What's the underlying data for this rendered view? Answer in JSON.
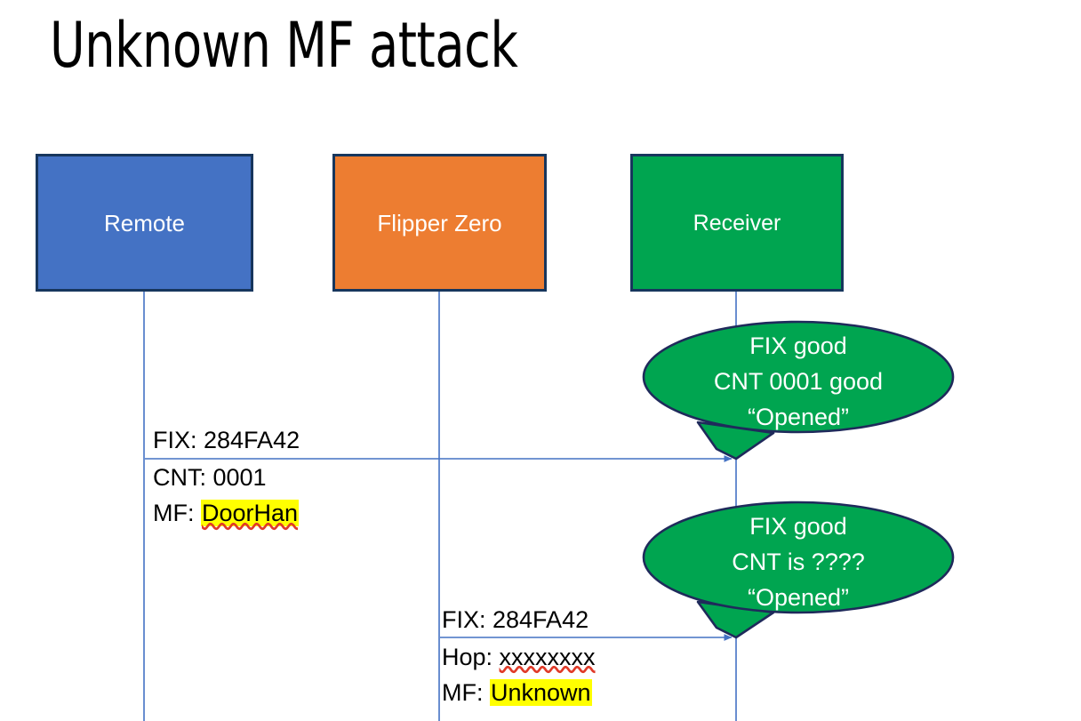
{
  "slide": {
    "title": "Unknown MF attack",
    "background": "#FFFFFF"
  },
  "colors": {
    "remote_fill": "#4472C4",
    "flipper_fill": "#ED7D31",
    "receiver_fill": "#00A550",
    "box_border": "#17365D",
    "lifeline": "#4472C4",
    "arrow": "#4472C4",
    "highlight": "#FFFF00",
    "spellcheck_underline": "#E03A28",
    "text": "#000000",
    "box_text": "#FFFFFF"
  },
  "actors": [
    {
      "id": "remote",
      "label": "Remote",
      "fill": "#4472C4"
    },
    {
      "id": "flipper",
      "label": "Flipper Zero",
      "fill": "#ED7D31"
    },
    {
      "id": "receiver",
      "label": "Receiver",
      "fill": "#00A550"
    }
  ],
  "messages": [
    {
      "id": "remote-to-receiver",
      "from": "remote",
      "to": "receiver",
      "lines": [
        {
          "text": "FIX: 284FA42",
          "highlight": false,
          "spellcheck": false
        },
        {
          "text": "CNT: 0001",
          "highlight": false,
          "spellcheck": false
        },
        {
          "label": "MF: ",
          "value": "DoorHan",
          "highlight": true,
          "spellcheck": true
        }
      ],
      "line1": "FIX: 284FA42",
      "line2": "CNT: 0001",
      "line3_label": "MF: ",
      "line3_value": "DoorHan"
    },
    {
      "id": "flipper-to-receiver",
      "from": "flipper",
      "to": "receiver",
      "lines": [
        {
          "text": "FIX: 284FA42",
          "highlight": false,
          "spellcheck": false
        },
        {
          "label": "Hop: ",
          "value": "xxxxxxxx",
          "highlight": false,
          "spellcheck": true
        },
        {
          "label": "MF: ",
          "value": "Unknown",
          "highlight": true,
          "spellcheck": false
        }
      ],
      "line1": "FIX: 284FA42",
      "line2_label": "Hop: ",
      "line2_value": "xxxxxxxx",
      "line3_label": "MF: ",
      "line3_value": "Unknown"
    }
  ],
  "callouts": [
    {
      "id": "callout-first",
      "owner": "receiver",
      "fill": "#00A550",
      "line1": "FIX good",
      "line2": "CNT 0001 good",
      "line3": "“Opened”"
    },
    {
      "id": "callout-second",
      "owner": "receiver",
      "fill": "#00A550",
      "line1": "FIX good",
      "line2": "CNT is ????",
      "line3": "“Opened”"
    }
  ]
}
